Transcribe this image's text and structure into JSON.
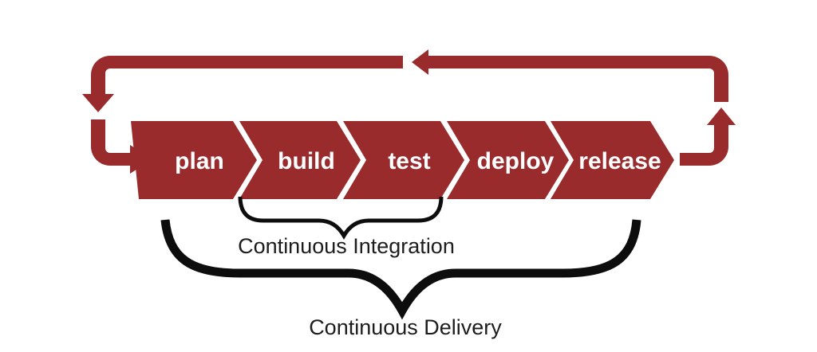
{
  "diagram": {
    "kind": "cicd-pipeline",
    "background": "#ffffff"
  },
  "colors": {
    "maroon": "#9a2b2d",
    "brace_black": "#0d0d0d",
    "label_text": "#1d1d1d",
    "stage_text": "#ffffff"
  },
  "pipeline": {
    "stages": [
      {
        "label": "plan"
      },
      {
        "label": "build"
      },
      {
        "label": "test"
      },
      {
        "label": "deploy"
      },
      {
        "label": "release"
      }
    ]
  },
  "loop": {
    "icons": [
      "arrow-left-icon",
      "arrow-down-icon",
      "arrow-right-icon",
      "arrow-up-icon"
    ]
  },
  "braces": {
    "integration": {
      "label": "Continuous Integration"
    },
    "delivery": {
      "label": "Continuous Delivery"
    }
  }
}
